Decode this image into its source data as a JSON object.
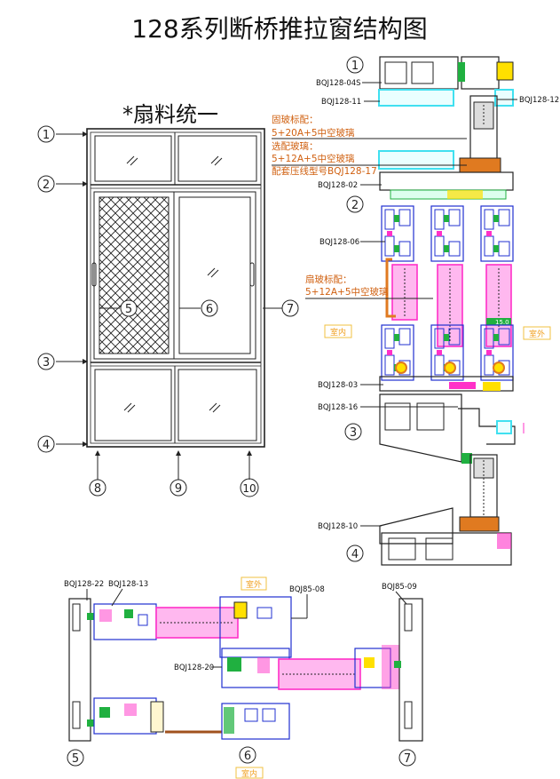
{
  "title": "128系列断桥推拉窗结构图",
  "subtitle": "*扇料统一",
  "callouts": {
    "c1": "1",
    "c2": "2",
    "c3": "3",
    "c4": "4",
    "c5": "5",
    "c6": "6",
    "c7": "7",
    "c8": "8",
    "c9": "9",
    "c10": "10"
  },
  "part_labels": {
    "p04s": "BQJ128-04S",
    "p11": "BQJ128-11",
    "p12": "BQJ128-12",
    "p02": "BQJ128-02",
    "p06": "BQJ128-06",
    "p03": "BQJ128-03",
    "p16": "BQJ128-16",
    "p10": "BQJ128-10",
    "p22": "BQJ128-22",
    "p13": "BQJ128-13",
    "p85_08": "BQJ85-08",
    "p85_09": "BQJ85-09",
    "p20": "BQJ128-20"
  },
  "notes": {
    "fixed_title": "固玻标配：",
    "fixed_glass": "5+20A+5中空玻璃",
    "optional_title": "选配玻璃：",
    "optional_glass": "5+12A+5中空玻璃",
    "bead_note": "配套压线型号BQJ128-17",
    "sash_title": "扇玻标配：",
    "sash_glass": "5+12A+5中空玻璃"
  },
  "tags": {
    "indoor": "室内",
    "outdoor": "室外",
    "dim15": "15.0"
  },
  "colors": {
    "line": "#222222",
    "callout": "#c000c0",
    "frame_blue": "#2030d0",
    "pink": "#ff30c8",
    "green": "#20b040",
    "yellow": "#ffe000",
    "cyan": "#40e0f0",
    "orange": "#e07a20",
    "note": "#d06010",
    "tag": "#f0c040"
  }
}
